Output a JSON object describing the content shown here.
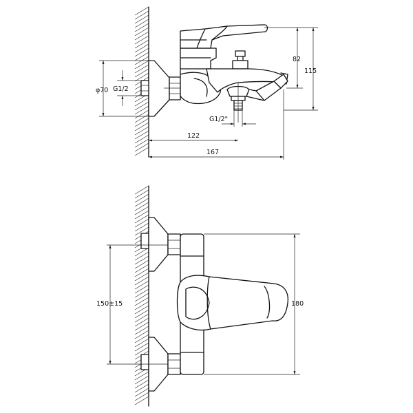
{
  "dimensions": {
    "height_spout": "82",
    "height_total": "115",
    "diameter_flange": "φ70",
    "thread_inlet": "G1/2",
    "thread_outlet": "G1/2\"",
    "depth_outlet": "122",
    "depth_total": "167",
    "center_distance": "150±15",
    "body_width": "180"
  }
}
